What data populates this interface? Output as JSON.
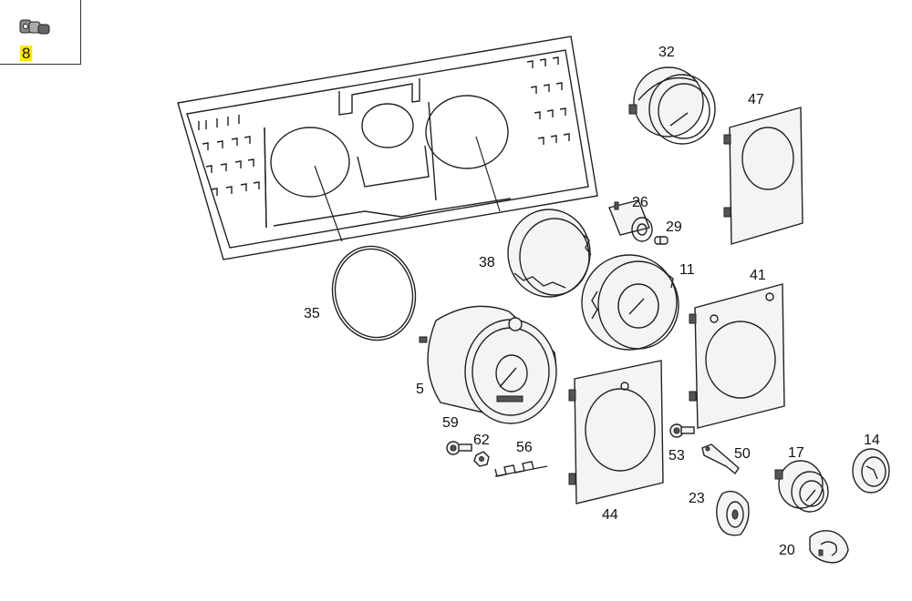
{
  "thumbnail": {
    "label": "8",
    "highlight_color": "#ffe600"
  },
  "callouts": [
    {
      "id": "32"
    },
    {
      "id": "47"
    },
    {
      "id": "26"
    },
    {
      "id": "29"
    },
    {
      "id": "38"
    },
    {
      "id": "11"
    },
    {
      "id": "41"
    },
    {
      "id": "35"
    },
    {
      "id": "5"
    },
    {
      "id": "59"
    },
    {
      "id": "62"
    },
    {
      "id": "56"
    },
    {
      "id": "44"
    },
    {
      "id": "53"
    },
    {
      "id": "50"
    },
    {
      "id": "17"
    },
    {
      "id": "14"
    },
    {
      "id": "23"
    },
    {
      "id": "20"
    }
  ],
  "colors": {
    "line": "#222222",
    "background": "#ffffff"
  }
}
